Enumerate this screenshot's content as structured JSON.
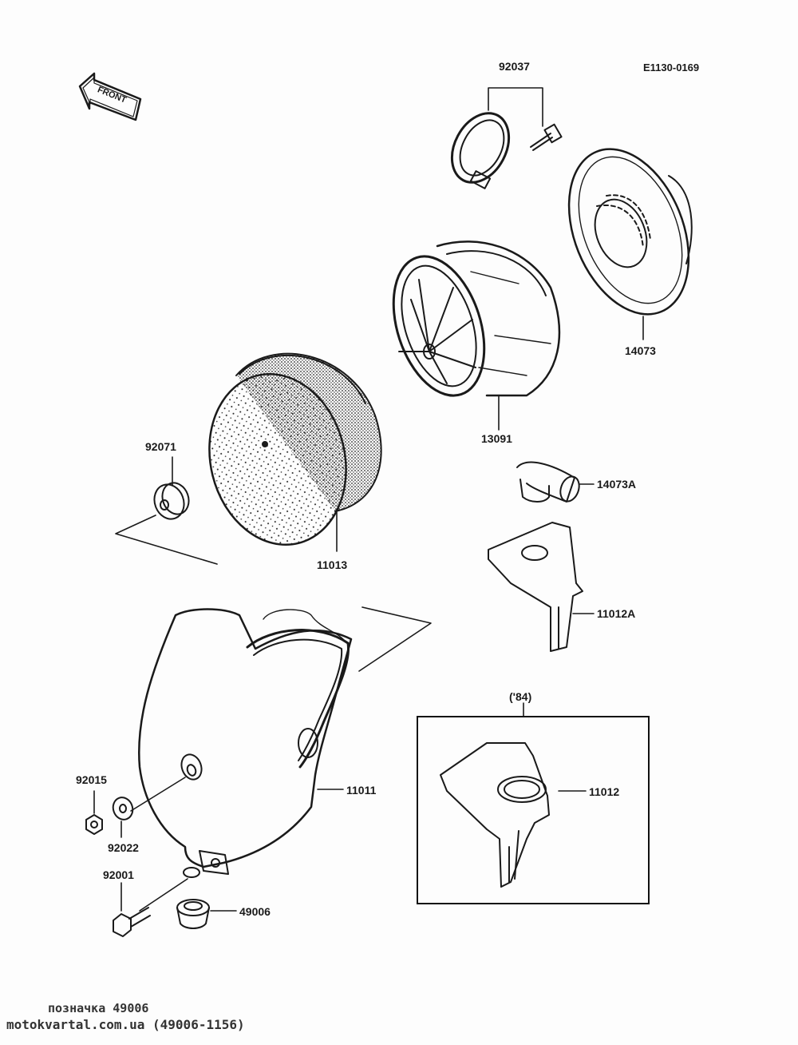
{
  "diagram": {
    "reference_code": "E1130-0169",
    "front_arrow_label": "FRONT",
    "inset_label": "('84)",
    "parts": {
      "p92037": "92037",
      "p14073": "14073",
      "p13091": "13091",
      "p92071": "92071",
      "p11013": "11013",
      "p14073A": "14073A",
      "p11012A": "11012A",
      "p11011": "11011",
      "p11012": "11012",
      "p92015": "92015",
      "p92022": "92022",
      "p92001": "92001",
      "p49006": "49006"
    }
  },
  "footer": {
    "line1": "позначка 49006",
    "line2": "motokvartal.com.ua (49006-1156)"
  },
  "colors": {
    "ink": "#1a1a1a",
    "paper": "#fdfdfd"
  }
}
